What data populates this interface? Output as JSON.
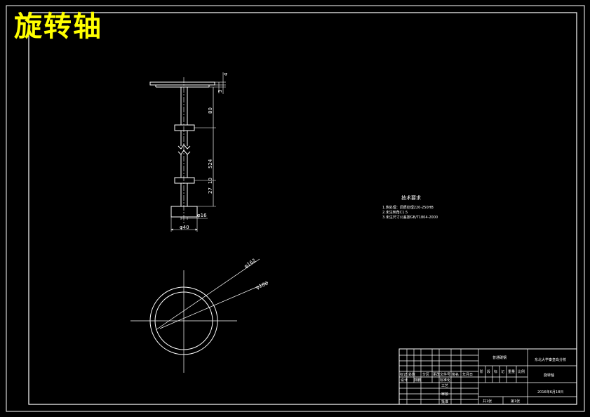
{
  "drawing": {
    "title": "旋转轴",
    "colors": {
      "background": "#000000",
      "lines": "#ffffff",
      "title": "#ffff00"
    }
  },
  "dimensions": {
    "top_thickness": "4",
    "flange_gap": "3",
    "upper_length": "80",
    "lower_length": "524",
    "collar_height": "10",
    "collar_offset": "27",
    "shaft_dia": "φ16",
    "base_dia": "φ40",
    "outer_circle": "φ162",
    "inner_circle": "φ180"
  },
  "notes": {
    "heading": "技术要求",
    "items": [
      "1.热处理：调质处理220-250HB",
      "2.未注倒角C1.5",
      "3.未注尺寸公差按GB/T1804-2000"
    ]
  },
  "title_block": {
    "material": "普通碳钢",
    "school": "东北大学秦皇岛分校",
    "part_name": "旋转轴",
    "date": "2016年6月18日",
    "sheets_total": "共1张",
    "sheet_no": "第1张",
    "grid_headers": [
      "标记",
      "处数",
      "分区",
      "更改文件号",
      "签名",
      "年月日"
    ],
    "stage_labels": [
      "阶",
      "段",
      "标",
      "记"
    ],
    "weight_label": "重量",
    "scale_label": "比例",
    "design_label": "设计",
    "designer": "郭鹏",
    "standardize_label": "标准化",
    "process_label": "工艺",
    "review_label": "审核",
    "approve_label": "批准"
  }
}
